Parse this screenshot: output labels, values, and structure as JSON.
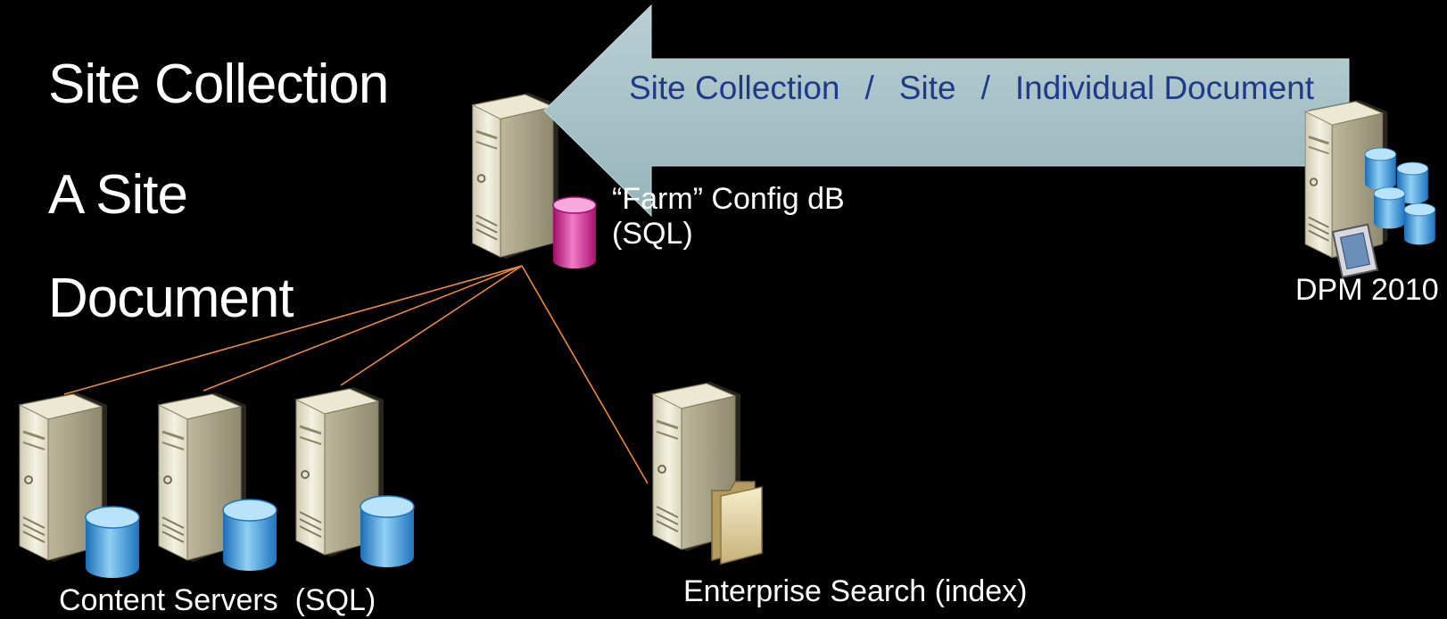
{
  "scope_list": [
    "Site Collection",
    "A Site",
    "Document"
  ],
  "arrow": {
    "items": [
      "Site Collection",
      "Site",
      "Individual Document"
    ],
    "separator": "/"
  },
  "labels": {
    "config_db_line1": "“Farm” Config dB",
    "config_db_line2": "(SQL)",
    "dpm": "DPM 2010",
    "content_servers": "Content Servers  (SQL)",
    "enterprise_search": "Enterprise Search (index)"
  },
  "colors": {
    "background": "#000000",
    "arrow_fill": "#a7c2c8",
    "arrow_text": "#1f3a8a",
    "connector": "#f0883a",
    "config_db": "#d0188c",
    "content_db": "#3a9bd8"
  },
  "icons": {
    "config_server": "server-with-database-icon",
    "content_server": "server-with-database-icon",
    "search_server": "server-with-folder-icon",
    "dpm_server": "server-with-storage-icon"
  }
}
